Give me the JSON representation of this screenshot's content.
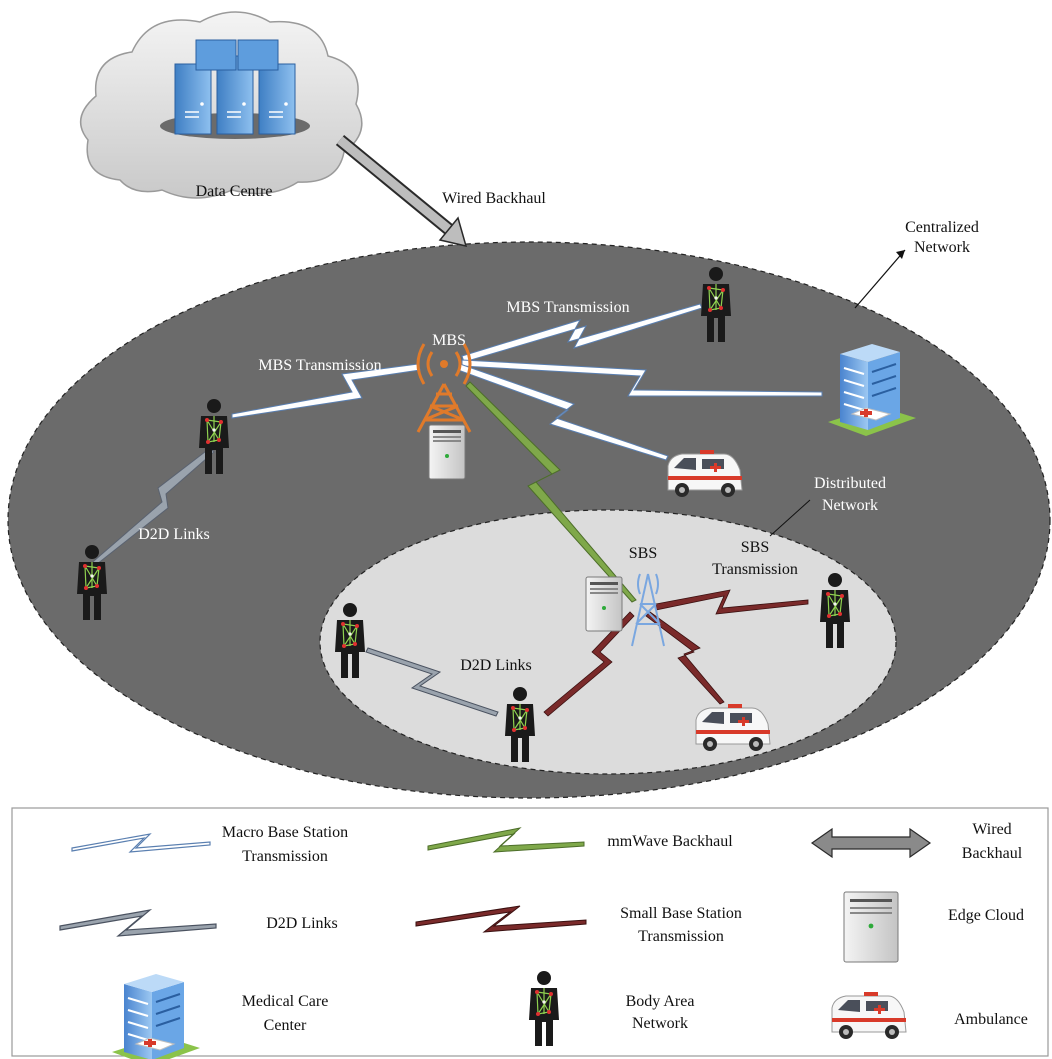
{
  "cloud": {
    "label": "Data Centre"
  },
  "links": {
    "wired_backhaul": "Wired Backhaul",
    "mbs_transmission_right": "MBS Transmission",
    "mbs_transmission_left": "MBS Transmission",
    "d2d_links_outer": "D2D Links",
    "d2d_links_inner": "D2D Links"
  },
  "stations": {
    "mbs": "MBS",
    "sbs": "SBS",
    "sbs_transmission_1": "SBS",
    "sbs_transmission_2": "Transmission"
  },
  "networks": {
    "centralized_1": "Centralized",
    "centralized_2": "Network",
    "distributed_1": "Distributed",
    "distributed_2": "Network"
  },
  "legend": {
    "macro_1": "Macro Base Station",
    "macro_2": "Transmission",
    "mmwave": "mmWave Backhaul",
    "wired_1": "Wired",
    "wired_2": "Backhaul",
    "d2d": "D2D Links",
    "small_1": "Small Base Station",
    "small_2": "Transmission",
    "edge": "Edge Cloud",
    "medical_1": "Medical Care",
    "medical_2": "Center",
    "ban_1": "Body Area",
    "ban_2": "Network",
    "ambulance": "Ambulance"
  },
  "colors": {
    "outer_region": "#6b6b6b",
    "inner_region": "#dcdcdc",
    "mbs_link": "#ffffff",
    "mbs_link_edge": "#5a7fb0",
    "d2d_link": "#9aa3ad",
    "mmwave_link": "#7fa84a",
    "sbs_link": "#7a2a2a",
    "tower_mbs": "#e07a2a",
    "tower_sbs": "#7aa7e0"
  }
}
